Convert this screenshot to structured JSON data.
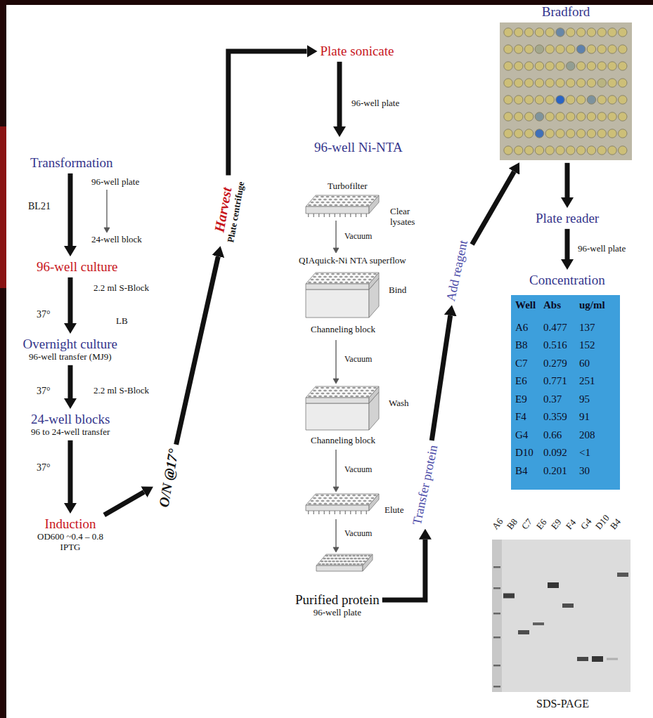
{
  "diagram": {
    "nodes": [
      {
        "text": [
          "Transformation"
        ]
      },
      {
        "text": [
          "96-well culture"
        ]
      },
      {
        "text": [
          "Overnight culture",
          "96-well transfer (MJ9)"
        ]
      },
      {
        "text": [
          "24-well blocks",
          "96 to 24-well transfer"
        ]
      },
      {
        "text": [
          "Induction",
          "OD600 ~0.4 – 0.8",
          "IPTG"
        ]
      },
      {
        "text": [
          "O/N @17°"
        ]
      },
      {
        "text": [
          "Harvest",
          "Plate centrifuge"
        ]
      },
      {
        "text": [
          "Plate sonicate"
        ]
      },
      {
        "text": [
          "96-well Ni-NTA"
        ]
      },
      {
        "text": [
          "Purified protein",
          "96-well plate"
        ]
      },
      {
        "text": [
          "Transfer protein"
        ]
      },
      {
        "text": [
          "Add reagent"
        ]
      },
      {
        "text": [
          "Bradford"
        ]
      },
      {
        "text": [
          "Plate reader"
        ]
      },
      {
        "text": [
          "Concentration"
        ]
      }
    ],
    "edges": [
      {
        "from": 0,
        "to": 1,
        "arrow": "to",
        "label": "BL21"
      },
      {
        "from": 1,
        "to": 2,
        "arrow": "to",
        "label": "37°"
      },
      {
        "from": 2,
        "to": 3,
        "arrow": "to",
        "label": "37°"
      },
      {
        "from": 3,
        "to": 4,
        "arrow": "to",
        "label": "37°"
      },
      {
        "from": 4,
        "to": 5,
        "arrow": "to"
      },
      {
        "from": 5,
        "to": 6,
        "arrow": "to"
      },
      {
        "from": 6,
        "to": 7,
        "arrow": "to"
      },
      {
        "from": 7,
        "to": 8,
        "arrow": "to",
        "label": "96-well plate"
      },
      {
        "from": 9,
        "to": 10,
        "arrow": "to"
      },
      {
        "from": 10,
        "to": 11,
        "arrow": "to"
      },
      {
        "from": 11,
        "to": 12,
        "arrow": "to"
      },
      {
        "from": 12,
        "to": 13,
        "arrow": "to"
      },
      {
        "from": 13,
        "to": 14,
        "arrow": "to",
        "label": "96-well plate"
      }
    ],
    "labels": [
      "96-well plate",
      "24-well block",
      "2.2 ml S-Block",
      "LB",
      "2.2 ml S-Block",
      "Turbofilter",
      "Clear lysates",
      "Vacuum",
      "QIAquick-Ni NTA superflow",
      "Bind",
      "Channeling block",
      "Vacuum",
      "Wash",
      "Channeling block",
      "Vacuum",
      "Elute",
      "Vacuum",
      "Well",
      "Abs",
      "ug/ml",
      "A6",
      "0.477",
      "137",
      "B8",
      "0.516",
      "152",
      "C7",
      "0.279",
      "60",
      "E6",
      "0.771",
      "251",
      "E9",
      "0.37",
      "95",
      "F4",
      "0.359",
      "91",
      "G4",
      "0.66",
      "208",
      "D10",
      "0.092",
      "<1",
      "B4",
      "0.201",
      "30",
      "A6",
      "B8",
      "C7",
      "E6",
      "E9",
      "F4",
      "G4",
      "D10",
      "B4",
      "SDS-PAGE"
    ]
  }
}
